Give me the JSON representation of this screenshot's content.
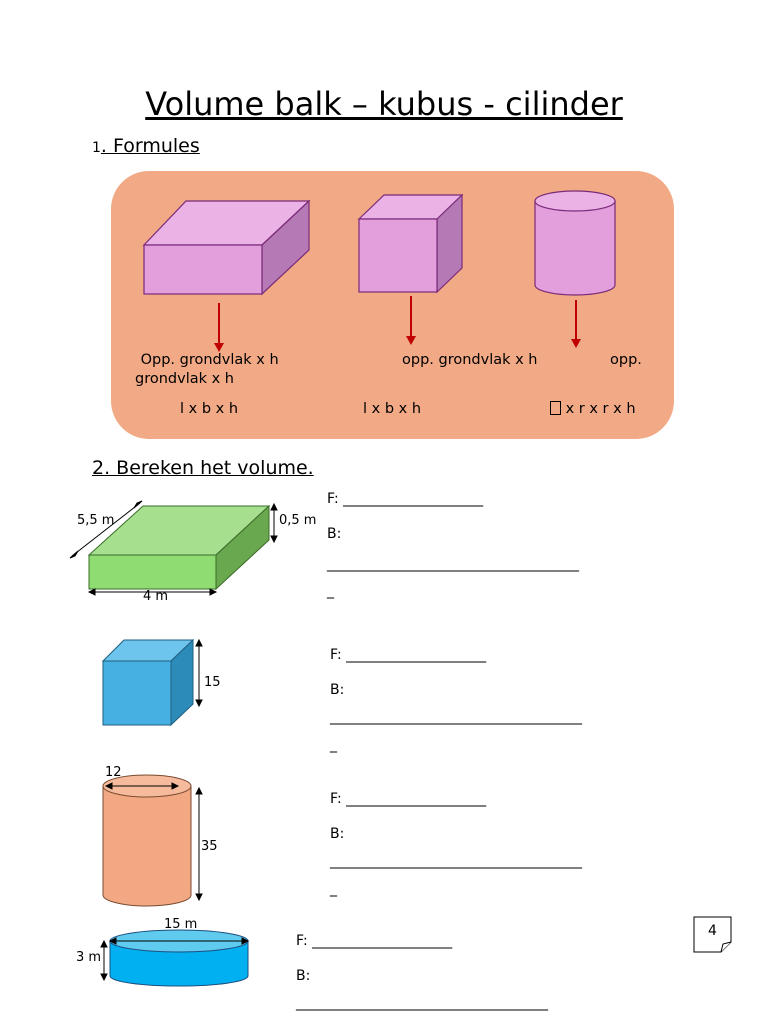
{
  "title": "Volume balk – kubus - cilinder",
  "section1": {
    "number": "1",
    "label": ". Formules"
  },
  "formulas": {
    "line1_a": " Opp. grondvlak x h",
    "line1_b": "opp. grondvlak x h",
    "line1_c": "opp.",
    "line2": "grondvlak x h",
    "formula_balk": "l x b x h",
    "formula_kubus": "l x b x h",
    "pi_symbol": "",
    "formula_cilinder": " x r x r x h"
  },
  "section2": {
    "label": "2. Bereken het volume."
  },
  "exercises": [
    {
      "f": "F: ____________________",
      "b": "B:",
      "line": "____________________________________",
      "dash": "_"
    },
    {
      "f": "F: ____________________",
      "b": "B:",
      "line": "____________________________________",
      "dash": "_"
    },
    {
      "f": "F: ____________________",
      "b": "B:",
      "line": "____________________________________",
      "dash": "_"
    },
    {
      "f": "F: ____________________",
      "b": "B:",
      "line": "____________________________________"
    }
  ],
  "dimensions": {
    "balk_depth": "5,5 m",
    "balk_height": "0,5 m",
    "balk_width": "4 m",
    "kubus_side": "15",
    "cil1_diameter": "12",
    "cil1_height": "35",
    "cil2_diameter": "15 m",
    "cil2_height": "3 m"
  },
  "page_number": "4",
  "colors": {
    "panel": "#f1aa85",
    "pink_front": "#e39edc",
    "pink_top": "#ebb2e6",
    "pink_side": "#b57ab5",
    "arrow": "#c00000",
    "green": "#8fdc72",
    "blue": "#45b0e1",
    "orange": "#f2a983",
    "cyan": "#00b0f0"
  }
}
